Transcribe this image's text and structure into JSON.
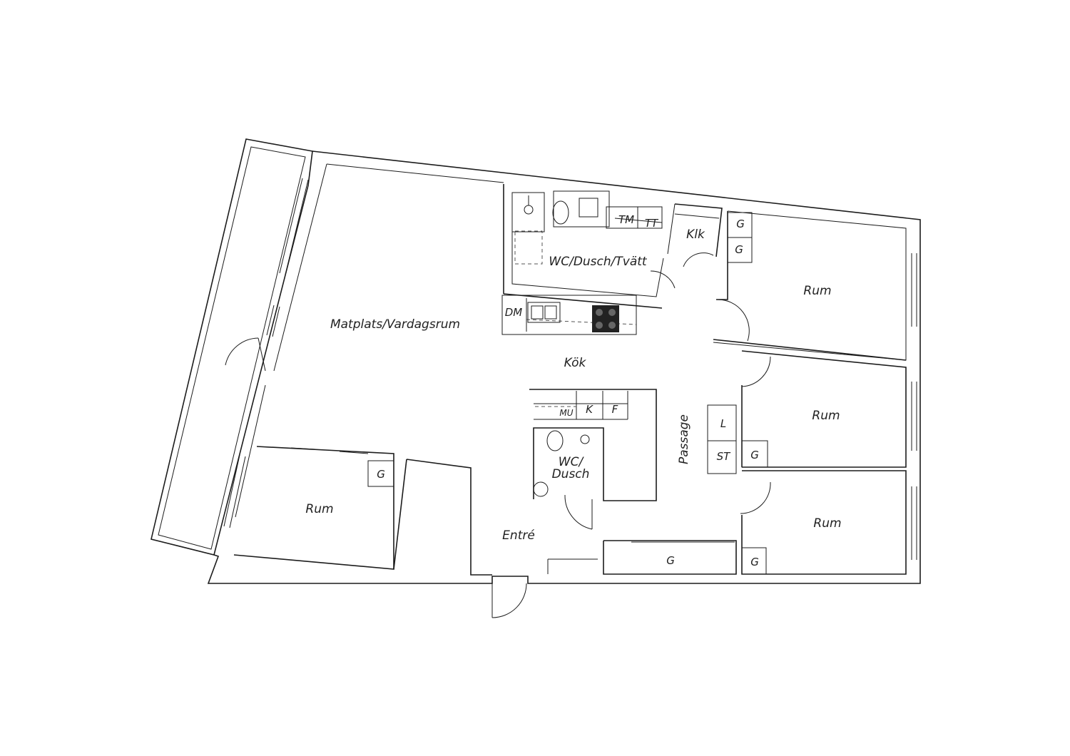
{
  "rooms": {
    "living": "Matplats/Vardagsrum",
    "kitchen": "Kök",
    "bath_main": "WC/Dusch/Tvätt",
    "closet": "Klk",
    "bath_small_1": "WC/",
    "bath_small_2": "Dusch",
    "entry": "Entré",
    "passage": "Passage",
    "room": "Rum"
  },
  "fixtures": {
    "dishwasher": "DM",
    "washer": "TM",
    "dryer": "TT",
    "microwave": "MU",
    "fridge": "K",
    "freezer": "F",
    "linen": "L",
    "storage": "ST",
    "wardrobe": "G"
  }
}
